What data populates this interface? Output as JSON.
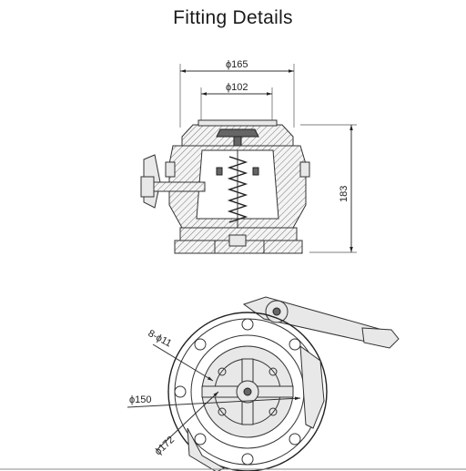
{
  "title": "Fitting Details",
  "side_view": {
    "dim_outer": "ϕ165",
    "dim_inner": "ϕ102",
    "dim_height": "183"
  },
  "top_view": {
    "dim_holes": "8-ϕ11",
    "dim_bolt_circle": "ϕ150",
    "dim_flange": "ϕ172"
  }
}
